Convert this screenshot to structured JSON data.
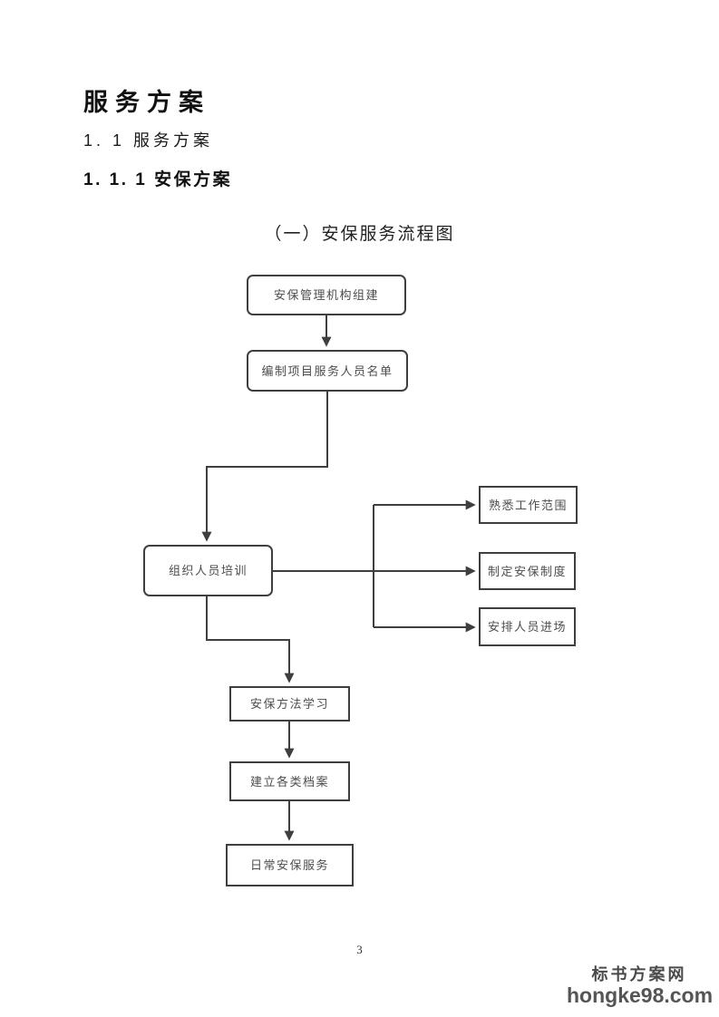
{
  "headings": {
    "h1": "服务方案",
    "h2": "1. 1 服务方案",
    "h3": "1. 1. 1 安保方案"
  },
  "flowchart": {
    "title": "（一）安保服务流程图",
    "nodes": [
      {
        "id": "security-org-setup",
        "label": "安保管理机构组建"
      },
      {
        "id": "staff-roster",
        "label": "编制项目服务人员名单"
      },
      {
        "id": "personnel-training",
        "label": "组织人员培训"
      },
      {
        "id": "know-work-scope",
        "label": "熟悉工作范围"
      },
      {
        "id": "make-security-rules",
        "label": "制定安保制度"
      },
      {
        "id": "arrange-staff-entry",
        "label": "安排人员进场"
      },
      {
        "id": "security-method-study",
        "label": "安保方法学习"
      },
      {
        "id": "build-archives",
        "label": "建立各类档案"
      },
      {
        "id": "daily-security",
        "label": "日常安保服务"
      }
    ]
  },
  "footer": {
    "page_number": "3"
  },
  "watermark": {
    "site_name": "标书方案网",
    "site_url": "hongke98.com"
  },
  "colors": {
    "box_border": "#3f3f3f",
    "box_text": "#4d4d4d",
    "connector": "#3f3f3f",
    "heading_text": "#111111",
    "watermark_text": "#4a4a4a"
  }
}
